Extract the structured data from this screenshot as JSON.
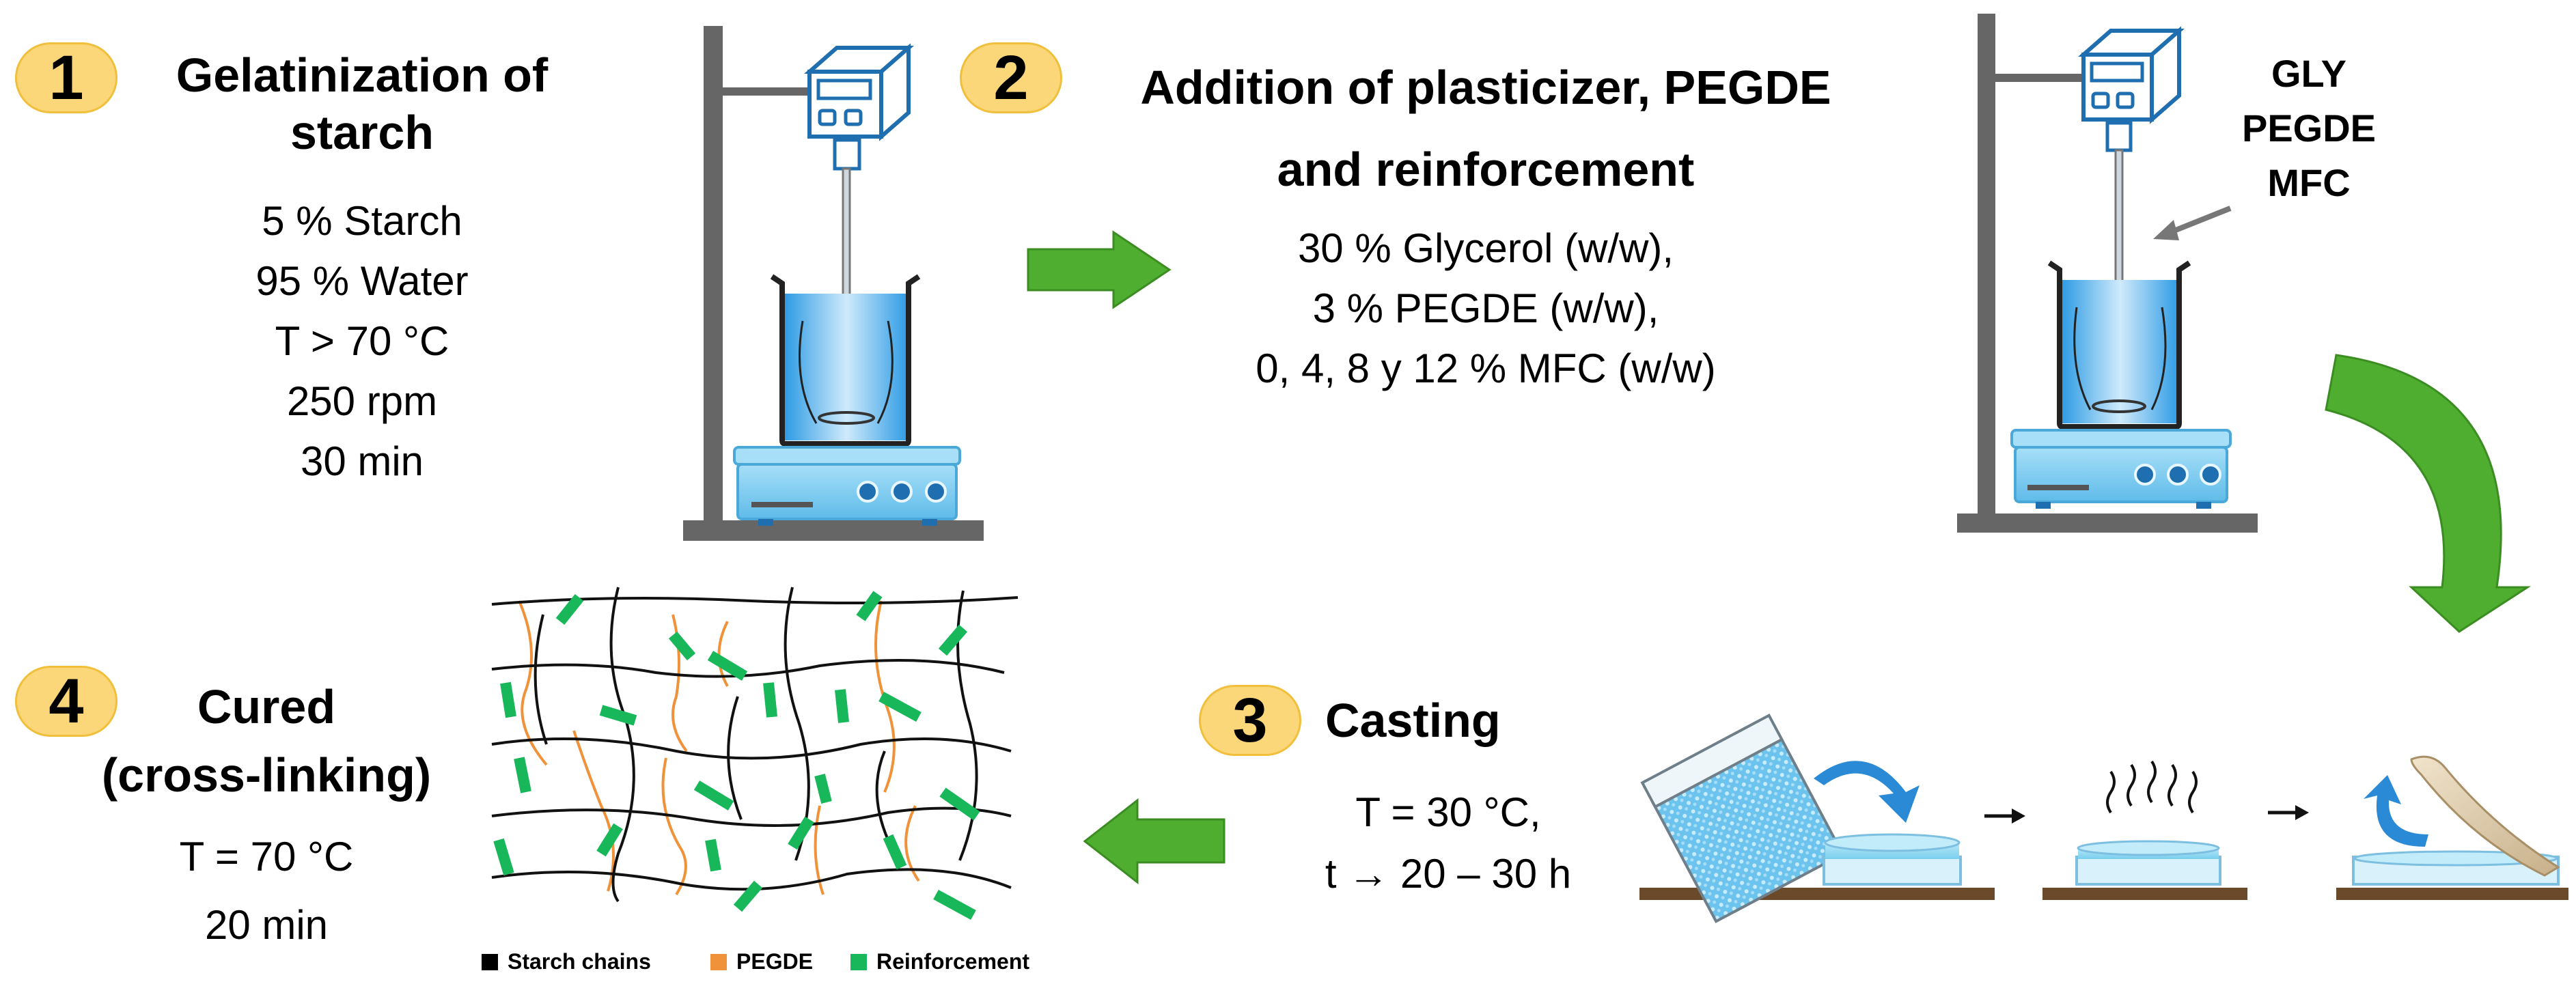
{
  "steps": [
    {
      "number": "1",
      "title_lines": [
        "Gelatinization of",
        "starch"
      ],
      "params": [
        "5 % Starch",
        "95 % Water",
        "T > 70 °C",
        "250 rpm",
        "30 min"
      ]
    },
    {
      "number": "2",
      "title_lines": [
        "Addition of plasticizer, PEGDE",
        "and reinforcement"
      ],
      "params": [
        "30 % Glycerol (w/w),",
        "3 % PEGDE (w/w),",
        "0, 4, 8 y 12 % MFC (w/w)"
      ]
    },
    {
      "number": "3",
      "title_lines": [
        "Casting"
      ],
      "params": [
        "T = 30 °C,",
        "t → 20 – 30 h"
      ]
    },
    {
      "number": "4",
      "title_lines": [
        "Cured",
        "(cross-linking)"
      ],
      "params": [
        "T = 70 °C",
        "20 min"
      ]
    }
  ],
  "additives_label": [
    "GLY",
    "PEGDE",
    "MFC"
  ],
  "legend": [
    {
      "label": "Starch chains",
      "color": "#000000"
    },
    {
      "label": "PEGDE",
      "color": "#f0923a"
    },
    {
      "label": "Reinforcement",
      "color": "#18b85a"
    }
  ],
  "colors": {
    "badge": "#fbd77a",
    "arrow_green": "#4fae2f",
    "liquid_blue": "#5fb8ee",
    "stirrer_blue": "#1f6fb0",
    "plate_blue": "#8dd3f5",
    "stand_gray": "#666666",
    "wood": "#6b4a2b",
    "curl_arrow": "#2b8ad6"
  },
  "icons": [
    "overhead-stirrer-icon",
    "beaker-icon",
    "stirring-hotplate-icon",
    "process-arrow-icon",
    "pouring-cup-icon",
    "petri-dish-icon",
    "steam-icon",
    "peel-film-icon",
    "polymer-network-icon"
  ]
}
